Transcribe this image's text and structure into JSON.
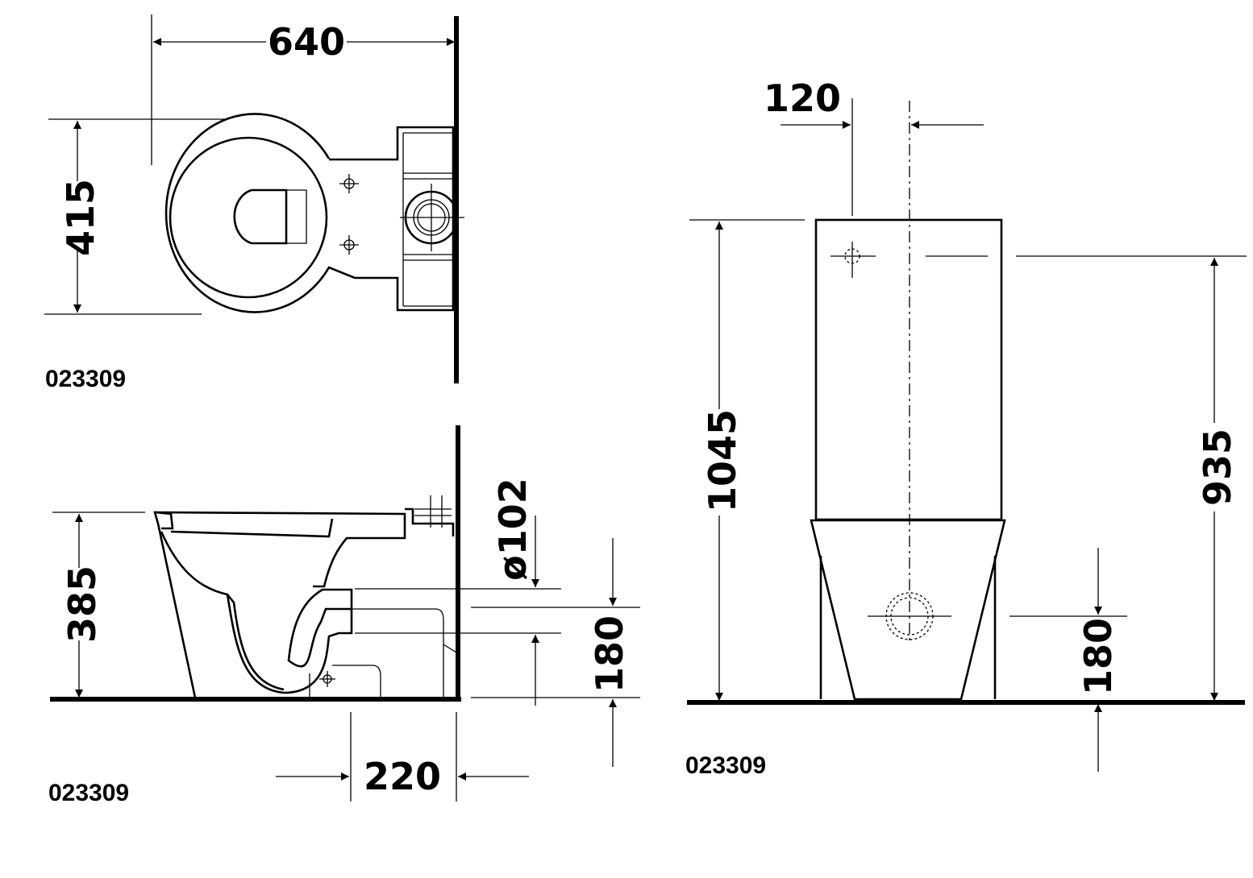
{
  "views": {
    "top": {
      "width": "640",
      "depth": "415",
      "code": "023309"
    },
    "side": {
      "height": "385",
      "diameter": "ø102",
      "outlet": "180",
      "offset": "220",
      "code": "023309"
    },
    "front": {
      "offset": "120",
      "total_height": "1045",
      "inlet_height": "935",
      "outlet": "180",
      "code": "023309"
    }
  }
}
